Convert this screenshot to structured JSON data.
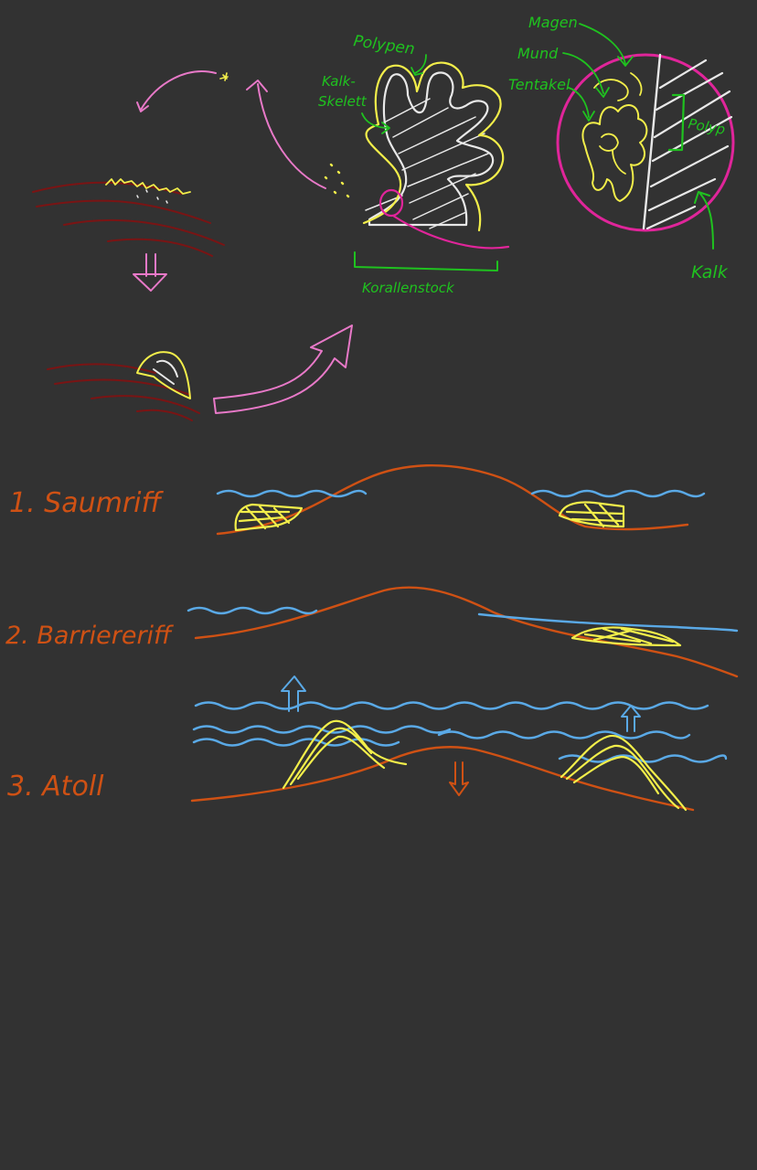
{
  "labels": {
    "polypen": "Polypen",
    "kalk_skelett_1": "Kalk-",
    "kalk_skelett_2": "Skelett",
    "korallenstock": "Korallenstock",
    "magen": "Magen",
    "mund": "Mund",
    "tentakel": "Tentakel",
    "polyp": "Polyp",
    "kalk": "Kalk",
    "saumriff": "1. Saumriff",
    "barriereriff": "2. Barriereriff",
    "atoll": "3. Atoll"
  },
  "colors": {
    "background": "#323232",
    "green": "#1fc21f",
    "pink": "#e879c8",
    "magenta": "#e0259a",
    "yellow": "#f2ee4a",
    "orange": "#cf5114",
    "darkred": "#7a1414",
    "blue": "#5aa9e6",
    "white": "#e8e8e8"
  }
}
